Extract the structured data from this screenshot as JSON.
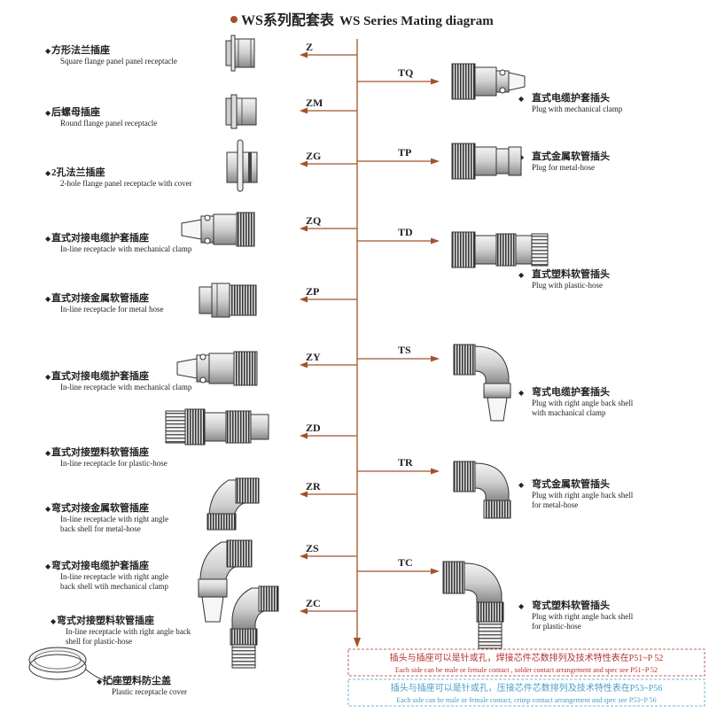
{
  "title": {
    "zh": "WS系列配套表",
    "en": "WS Series Mating diagram",
    "bullet_color": "#a0532a"
  },
  "colors": {
    "line": "#a0532a",
    "part": "#555555",
    "note_red": "#b5312f",
    "note_blue": "#4a9ec6"
  },
  "receptacles": [
    {
      "code": "Z",
      "zh": "方形法兰插座",
      "en": [
        "Square flange panel panel receptacle"
      ],
      "icon": "square-flange-receptacle-icon"
    },
    {
      "code": "ZM",
      "zh": "后螺母插座",
      "en": [
        "Round flange panel receptacle"
      ],
      "icon": "round-flange-receptacle-icon"
    },
    {
      "code": "ZG",
      "zh": "2孔法兰插座",
      "en": [
        "2-hole flange panel receptacle with cover"
      ],
      "icon": "two-hole-flange-receptacle-icon"
    },
    {
      "code": "ZQ",
      "zh": "直式对接电缆护套插座",
      "en": [
        "In-line receptacle with mechanical clamp"
      ],
      "icon": "inline-clamp-receptacle-icon"
    },
    {
      "code": "ZP",
      "zh": "直式对接金属软管插座",
      "en": [
        "In-line receptacle for metal hose"
      ],
      "icon": "inline-metal-hose-receptacle-icon"
    },
    {
      "code": "ZY",
      "zh": "直式对接电缆护套插座",
      "en": [
        "In-line receptacle with mechanical clamp"
      ],
      "icon": "inline-clamp-receptacle-2-icon"
    },
    {
      "code": "ZD",
      "zh": "直式对接塑料软管插座",
      "en": [
        "In-line receptacle for plastic-hose"
      ],
      "icon": "inline-plastic-hose-receptacle-icon"
    },
    {
      "code": "ZR",
      "zh": "弯式对接金属软管插座",
      "en": [
        "In-line receptacle with right angle",
        "back shell for metal-hose"
      ],
      "icon": "right-angle-metal-hose-receptacle-icon"
    },
    {
      "code": "ZS",
      "zh": "弯式对接电缆护套插座",
      "en": [
        "In-line receptacle with right angle",
        "back shell wtih mechanical clamp"
      ],
      "icon": "right-angle-clamp-receptacle-icon"
    },
    {
      "code": "ZC",
      "zh": "弯式对接塑料软管插座",
      "en": [
        "In-line receptacle with right angle back",
        "shell for plastic-hose"
      ],
      "icon": "right-angle-plastic-hose-receptacle-icon"
    },
    {
      "code": "",
      "zh": "插座塑料防尘盖",
      "en": [
        "Plastic receptacle cover"
      ],
      "icon": "dust-cover-icon"
    }
  ],
  "plugs": [
    {
      "code": "TQ",
      "zh": "直式电缆护套插头",
      "en": [
        "Plug with mechanical clamp"
      ],
      "icon": "straight-clamp-plug-icon"
    },
    {
      "code": "TP",
      "zh": "直式金属软管插头",
      "en": [
        "Plug for metal-hose"
      ],
      "icon": "straight-metal-hose-plug-icon"
    },
    {
      "code": "TD",
      "zh": "直式塑料软管插头",
      "en": [
        "Plug with plastic-hose"
      ],
      "icon": "straight-plastic-hose-plug-icon"
    },
    {
      "code": "TS",
      "zh": "弯式电缆护套插头",
      "en": [
        "Plug with right angle back shell",
        "with machanical clamp"
      ],
      "icon": "right-angle-clamp-plug-icon"
    },
    {
      "code": "TR",
      "zh": "弯式金属软管插头",
      "en": [
        "Plug with right angle back shell",
        "for metal-hose"
      ],
      "icon": "right-angle-metal-hose-plug-icon"
    },
    {
      "code": "TC",
      "zh": "弯式塑料软管插头",
      "en": [
        "Plug with right angle back shell",
        "for plastic-hose"
      ],
      "icon": "right-angle-plastic-hose-plug-icon"
    }
  ],
  "notes": [
    {
      "zh": "插头与插座可以是针或孔，焊接芯件芯数排列及技术特性表在P51~P 52",
      "en": "Each side can be male or female contact , solder contact arrangement and spec see  P51~P 52"
    },
    {
      "zh": "插头与插座可以是针或孔，压接芯件芯数排列及技术特性表在P53~P56",
      "en": "Each side can be male or female contact, crimp contact arrangement and spec see  P53~P 56"
    }
  ]
}
